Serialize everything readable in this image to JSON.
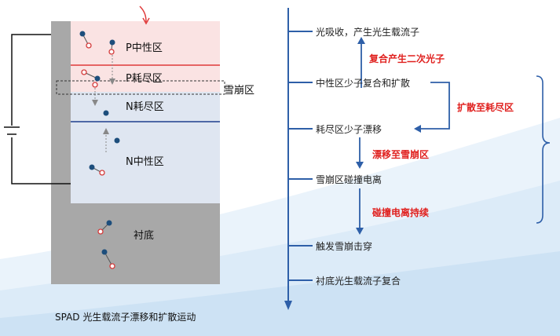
{
  "left_diagram": {
    "regions": {
      "p_neutral": "P中性区",
      "p_depletion": "P耗尽区",
      "avalanche": "雪崩区",
      "n_depletion": "N耗尽区",
      "n_neutral": "N中性区",
      "substrate": "衬底"
    },
    "caption": "SPAD 光生载流子漂移和扩散运动",
    "colors": {
      "p_region": "#fae3e3",
      "n_region": "#dfe6f1",
      "substrate": "#a8a8a8",
      "electron": "#1d4e7c",
      "hole": "#d43a3a",
      "junction_red": "#e03b3b",
      "junction_blue": "#1f3f8e"
    }
  },
  "flow": {
    "steps": [
      "光吸收，产生光生载流子",
      "中性区少子复合和扩散",
      "耗尽区少子漂移",
      "雪崩区碰撞电离",
      "触发雪崩击穿",
      "衬底光生载流子复合"
    ],
    "annotations": {
      "recombine": "复合产生二次光子",
      "diffuse_to_depletion": "扩散至耗尽区",
      "drift_to_avalanche": "漂移至雪崩区",
      "ionization_continue": "碰撞电离持续"
    },
    "colors": {
      "axis": "#2e5fa8",
      "annotation": "#e0201e"
    }
  }
}
